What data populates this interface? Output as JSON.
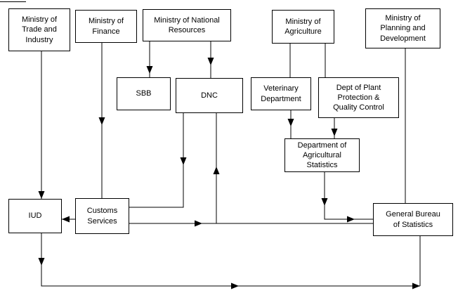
{
  "diagram": {
    "background_color": "#ffffff",
    "line_color": "#000000",
    "nodes": {
      "trade": {
        "label": "Ministry of\nTrade and\nIndustry"
      },
      "finance": {
        "label": "Ministry of\nFinance"
      },
      "natres": {
        "label": "Ministry of National\nResources"
      },
      "agriculture": {
        "label": "Ministry of\nAgriculture"
      },
      "planning": {
        "label": "Ministry of\nPlanning and\nDevelopment"
      },
      "sbb": {
        "label": "SBB"
      },
      "dnc": {
        "label": "DNC"
      },
      "veterinary": {
        "label": "Veterinary\nDepartment"
      },
      "plant": {
        "label": "Dept of Plant\nProtection &\nQuality Control"
      },
      "agstats": {
        "label": "Department of\nAgricultural\nStatistics"
      },
      "iud": {
        "label": "IUD"
      },
      "customs": {
        "label": "Customs\nServices"
      },
      "gbs": {
        "label": "General Bureau\nof Statistics"
      }
    },
    "edges": [
      {
        "from": "Ministry of Trade and Industry",
        "to": "IUD"
      },
      {
        "from": "Ministry of Finance",
        "to": "Customs Services"
      },
      {
        "from": "Ministry of National Resources",
        "to": "SBB"
      },
      {
        "from": "Ministry of National Resources",
        "to": "DNC"
      },
      {
        "from": "Ministry of Agriculture",
        "to": "Veterinary Department"
      },
      {
        "from": "Ministry of Agriculture",
        "to": "Dept of Plant Protection & Quality Control"
      },
      {
        "from": "Ministry of Planning and Development",
        "to": "General Bureau of Statistics"
      },
      {
        "from": "Veterinary Department",
        "to": "Department of Agricultural Statistics"
      },
      {
        "from": "Dept of Plant Protection & Quality Control",
        "to": "Department of Agricultural Statistics"
      },
      {
        "from": "Department of Agricultural Statistics",
        "to": "General Bureau of Statistics"
      },
      {
        "from": "DNC",
        "to": "Customs Services"
      },
      {
        "from": "Customs Services",
        "to": "DNC"
      },
      {
        "from": "Customs Services",
        "to": "General Bureau of Statistics"
      },
      {
        "from": "Customs Services",
        "to": "IUD"
      },
      {
        "from": "IUD",
        "to": "General Bureau of Statistics"
      }
    ]
  }
}
